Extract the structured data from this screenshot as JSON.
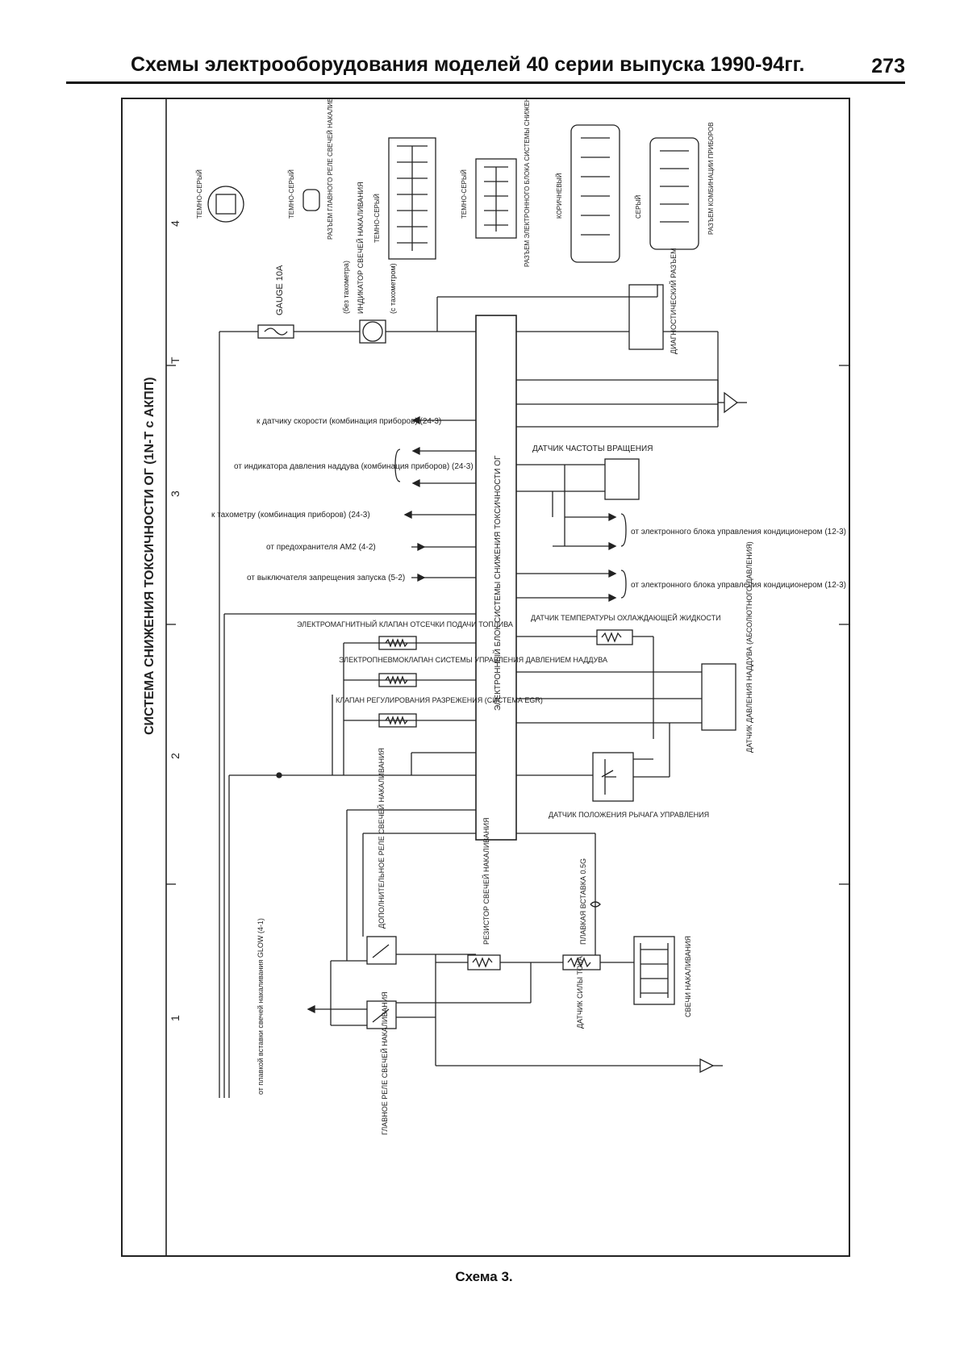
{
  "header": {
    "title": "Схемы электрооборудования моделей 40 серии выпуска 1990-94гг.",
    "page_number": "273"
  },
  "caption": "Схема 3.",
  "diagram": {
    "title": "СИСТЕМА СНИЖЕНИЯ ТОКСИЧНОСТИ ОГ (1N-T с АКПП)",
    "grid_labels": [
      "4",
      "T",
      "3",
      "2",
      "1"
    ],
    "ecu_label": "ЭЛЕКТРОННЫЙ БЛОК СИСТЕМЫ СНИЖЕНИЯ ТОКСИЧНОСТИ ОГ",
    "wire_labels": {
      "speed": "к датчику скорости (комбинация приборов) (24-3)",
      "boost": "от индикатора давления наддува (комбинация приборов) (24-3)",
      "tacho": "к тахометру (комбинация приборов) (24-3)",
      "am2": "от предохранителя AM2 (4-2)",
      "start": "от выключателя запрещения запуска (5-2)",
      "glow": "от плавкой вставки свечей накаливания GLOW (4-1)",
      "ac1": "от электронного блока управления кондиционером (12-3)",
      "ac2": "от электронного блока управления кондиционером (12-3)"
    },
    "components": {
      "fuse": "GAUGE 10A",
      "glow_indicator": "ИНДИКАТОР СВЕЧЕЙ НАКАЛИВАНИЯ",
      "tach_a": "(без тахометра)",
      "tach_b": "(с тахометром)",
      "diag": "ДИАГНОСТИЧЕСКИЙ РАЗЪЕМ",
      "rpm_sensor": "ДАТЧИК ЧАСТОТЫ ВРАЩЕНИЯ",
      "coolant": "ДАТЧИК ТЕМПЕРАТУРЫ ОХЛАЖДАЮЩЕЙ ЖИДКОСТИ",
      "fuel_cut": "ЭЛЕКТРОМАГНИТНЫЙ КЛАПАН ОТСЕЧКИ ПОДАЧИ ТОПЛИВА",
      "boost_valve": "ЭЛЕКТРОПНЕВМОКЛАПАН СИСТЕМЫ УПРАВЛЕНИЯ ДАВЛЕНИЕМ НАДДУВА",
      "egr": "КЛАПАН РЕГУЛИРОВАНИЯ РАЗРЕЖЕНИЯ (СИСТЕМА EGR)",
      "map_sensor": "ДАТЧИК ДАВЛЕНИЯ НАДДУВА (АБСОЛЮТНОГО ДАВЛЕНИЯ)",
      "lever_sensor": "ДАТЧИК ПОЛОЖЕНИЯ РЫЧАГА УПРАВЛЕНИЯ",
      "aux_relay": "ДОПОЛНИТЕЛЬНОЕ РЕЛЕ СВЕЧЕЙ НАКАЛИВАНИЯ",
      "main_relay": "ГЛАВНОЕ РЕЛЕ СВЕЧЕЙ НАКАЛИВАНИЯ",
      "glow_resistor": "РЕЗИСТОР СВЕЧЕЙ НАКАЛИВАНИЯ",
      "fusible": "ПЛАВКАЯ ВСТАВКА 0.5G",
      "current_sensor": "ДАТЧИК СИЛЫ ТОКА",
      "plugs": "СВЕЧИ НАКАЛИВАНИЯ"
    },
    "connectors": {
      "c1": "ТЕМНО-СЕРЫЙ",
      "c2": "ТЕМНО-СЕРЫЙ",
      "c2_desc": "РАЗЪЕМ ГЛАВНОГО РЕЛЕ СВЕЧЕЙ НАКАЛИВАНИЯ",
      "c3": "ТЕМНО-СЕРЫЙ",
      "c4": "ТЕМНО-СЕРЫЙ",
      "c4_desc": "РАЗЪЕМ ЭЛЕКТРОННОГО БЛОКА СИСТЕМЫ СНИЖЕНИЯ ТОКСИЧНОСТИ ОГ",
      "c5": "КОРИЧНЕВЫЙ",
      "c6": "СЕРЫЙ",
      "c6_desc": "РАЗЪЕМ КОМБИНАЦИИ ПРИБОРОВ"
    }
  }
}
